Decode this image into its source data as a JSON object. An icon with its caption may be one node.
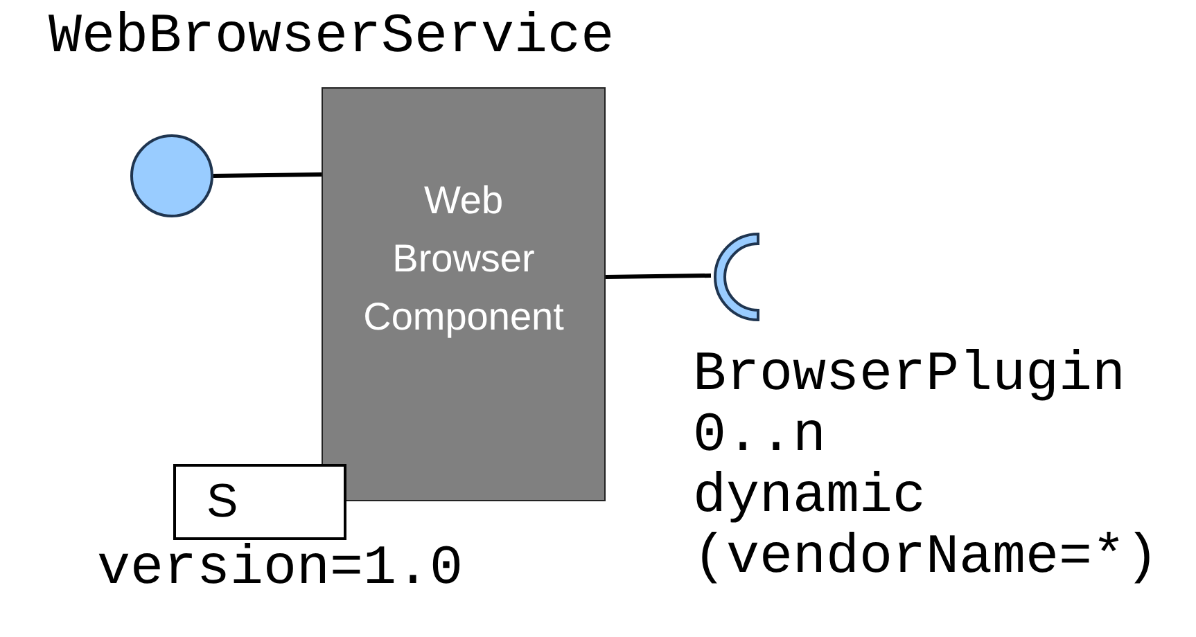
{
  "diagram": {
    "labels": [
      "WebBrowserService"
    ],
    "nodes": [
      {
        "text": [],
        "shape": "circle"
      },
      {
        "text": [
          "Web Browser Component"
        ]
      },
      {
        "text": [],
        "shape": "arc",
        "beside": [
          "BrowserPlugin",
          "0..n",
          "dynamic",
          "(vendorName=*)"
        ]
      },
      {
        "text": [
          "S"
        ],
        "beside": [
          "version=1.0"
        ]
      }
    ],
    "edges": [
      {
        "from": 0,
        "to": 1,
        "arrow": "none"
      },
      {
        "from": 1,
        "to": 2,
        "arrow": "none"
      }
    ]
  }
}
